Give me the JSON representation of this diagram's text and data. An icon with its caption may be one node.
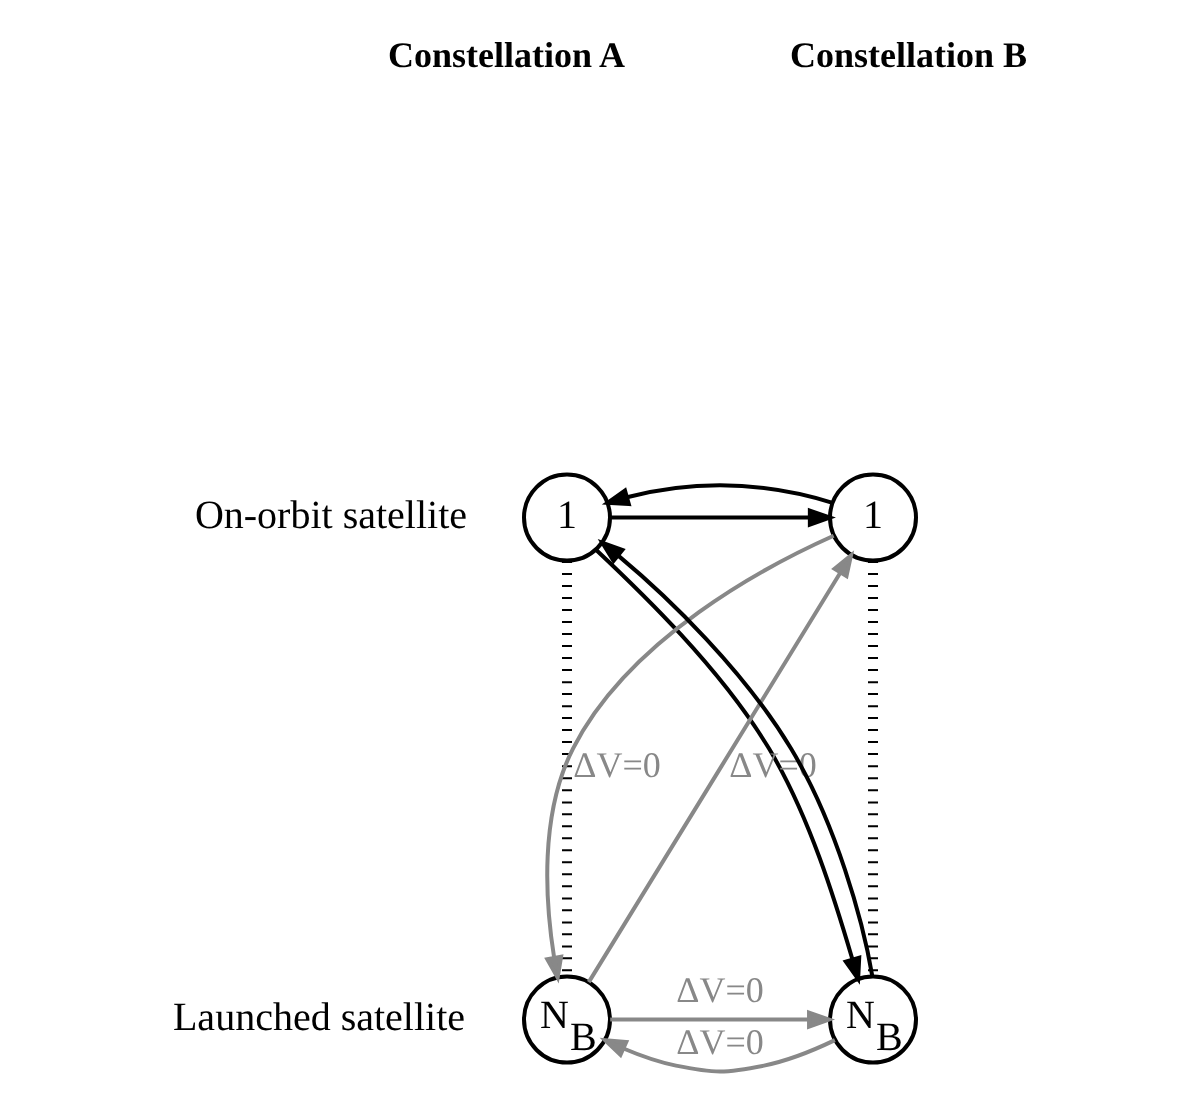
{
  "diagram": {
    "nodes": [
      {
        "text": [
          "1"
        ],
        "beside": [
          "On-orbit satellite"
        ]
      },
      {
        "text": [
          "1"
        ]
      },
      {
        "text": [
          "N$_{B}$"
        ],
        "beside": [
          "Launched satellite"
        ]
      },
      {
        "text": [
          "N$_{B}$"
        ]
      }
    ],
    "edges": [
      {
        "from": 0,
        "to": 1,
        "arrow": "to"
      },
      {
        "from": 1,
        "to": 0,
        "arrow": "to"
      },
      {
        "from": 3,
        "to": 0,
        "arrow": "to"
      },
      {
        "from": 0,
        "to": 3,
        "arrow": "to"
      },
      {
        "from": 1,
        "to": 2,
        "arrow": "to",
        "label": "ΔV=0",
        "color": "#888888"
      },
      {
        "from": 2,
        "to": 1,
        "arrow": "to",
        "label": "ΔV=0",
        "color": "#888888"
      },
      {
        "from": 2,
        "to": 3,
        "arrow": "to",
        "label": "ΔV=0",
        "color": "#888888"
      },
      {
        "from": 3,
        "to": 2,
        "arrow": "to",
        "label": "ΔV=0",
        "color": "#888888"
      },
      {
        "from": 0,
        "to": 2,
        "arrow": "none",
        "style": "dashed"
      },
      {
        "from": 1,
        "to": 3,
        "arrow": "none",
        "style": "dashed"
      }
    ],
    "labels": [
      "Constellation A",
      "Constellation B"
    ]
  }
}
